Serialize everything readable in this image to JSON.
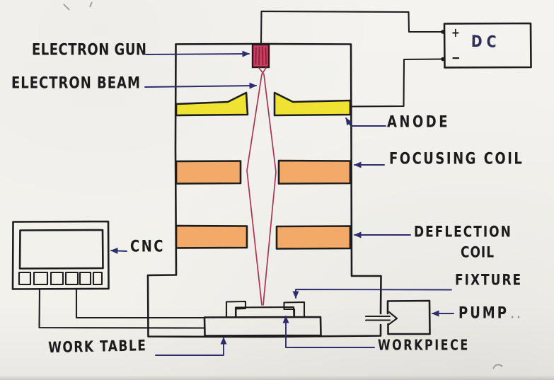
{
  "labels": {
    "electron_gun": "ELECTRON GUN",
    "electron_beam": "ELECTRON BEAM",
    "anode": "ANODE",
    "focusing_coil": "FOCUSING COIL",
    "deflection_coil_line1": "DEFLECTION",
    "deflection_coil_line2": "COIL",
    "cnc": "CNC",
    "fixture": "FIXTURE",
    "pump": "PUMP",
    "pump_dots": "· ·",
    "workpiece": "WORKPIECE",
    "work_table": "WORK TABLE",
    "dc_supply": "DC",
    "dc_plus": "+",
    "dc_minus": "−"
  },
  "colors": {
    "paper": "#f2f1ec",
    "ink": "#1d1d1d",
    "label_ink": "#1c1c1c",
    "leader_navy": "#2e2e6e",
    "beam_red": "#a63554",
    "gun_fill": "#c83f60",
    "gun_hatch": "#7d2038",
    "anode_yellow": "#efe233",
    "coil_orange": "#f3a967",
    "dc_ink": "#30305a",
    "pencil": "#9a9a95"
  }
}
